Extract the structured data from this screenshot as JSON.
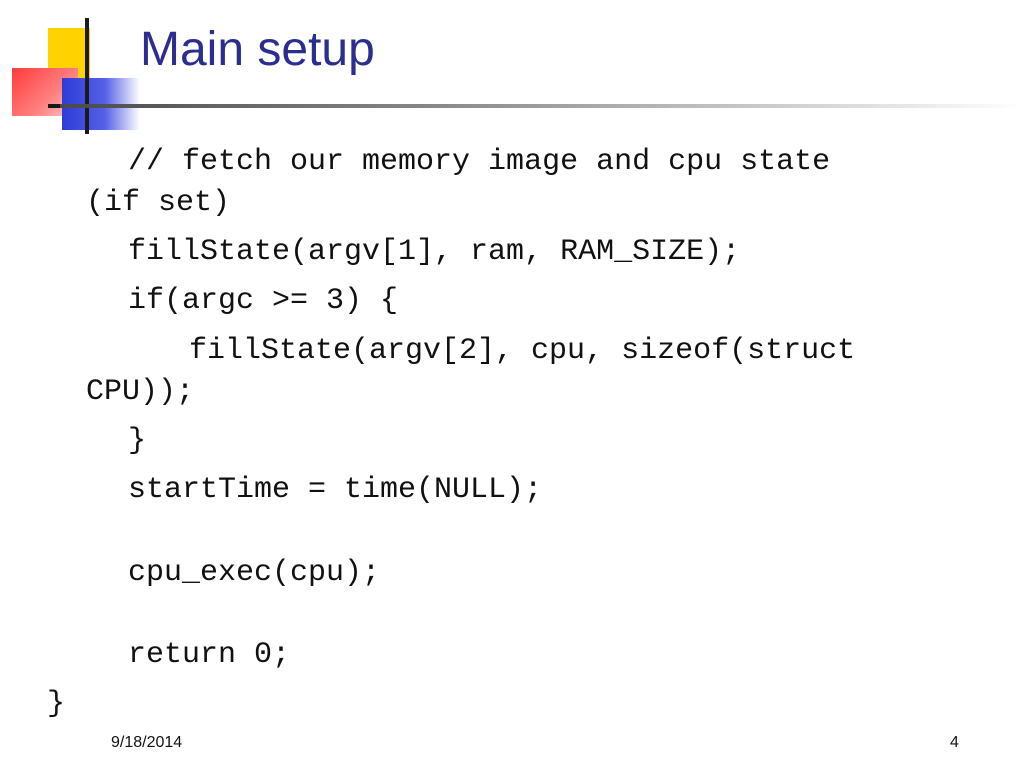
{
  "slide": {
    "title": "Main setup",
    "code_lines": [
      "// fetch our memory image and cpu state",
      "(if set)",
      "fillState(argv[1], ram, RAM_SIZE);",
      "if(argc >= 3) {",
      "fillState(argv[2], cpu, sizeof(struct",
      "CPU));",
      "}",
      "startTime = time(NULL);",
      "cpu_exec(cpu);",
      "return 0;",
      "}"
    ],
    "footer": {
      "date": "9/18/2014",
      "page_number": "4"
    }
  },
  "colors": {
    "title": "#2b2d8f",
    "logo_yellow": "#ffd200",
    "logo_red": "#ff3b3b",
    "logo_blue": "#2e3bd6"
  }
}
